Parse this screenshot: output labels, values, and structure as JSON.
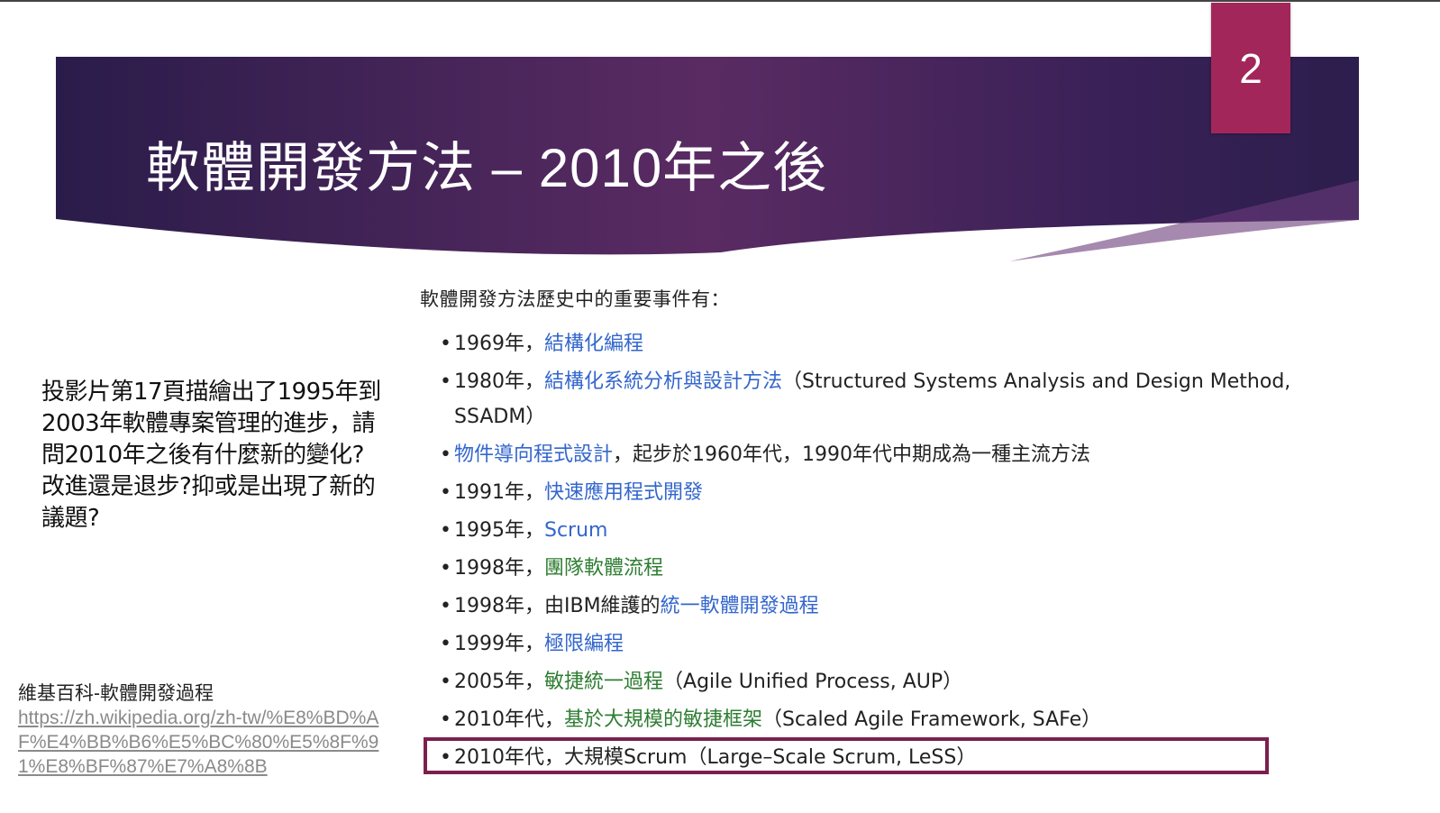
{
  "slide": {
    "page_number": "2",
    "title": "軟體開發方法 – 2010年之後",
    "colors": {
      "banner_dark": "#2b1d4d",
      "banner_purple": "#5c2a62",
      "page_badge": "#a3265a",
      "link_blue": "#3366cc",
      "link_green": "#2e7d32",
      "highlight": "#7a1f4e"
    }
  },
  "question": "投影片第17頁描繪出了1995年到2003年軟體專案管理的進步，請問2010年之後有什麼新的變化?改進還是退步?抑或是出現了新的議題?",
  "reference": {
    "label": "維基百科-軟體開發過程",
    "url": "https://zh.wikipedia.org/zh-tw/%E8%BD%AF%E4%BB%B6%E5%BC%80%E5%8F%91%E8%BF%87%E7%A8%8B"
  },
  "intro": "軟體開發方法歷史中的重要事件有：",
  "events": [
    {
      "prefix": "1969年，",
      "link": "結構化編程",
      "link_color": "blue",
      "suffix": ""
    },
    {
      "prefix": "1980年，",
      "link": "結構化系統分析與設計方法",
      "link_color": "blue",
      "suffix": "（Structured Systems Analysis and Design Method, SSADM）"
    },
    {
      "prefix": "",
      "link": "物件導向程式設計",
      "link_color": "blue",
      "suffix": "，起步於1960年代，1990年代中期成為一種主流方法"
    },
    {
      "prefix": "1991年，",
      "link": "快速應用程式開發",
      "link_color": "blue",
      "suffix": ""
    },
    {
      "prefix": "1995年，",
      "link": "Scrum",
      "link_color": "blue",
      "suffix": ""
    },
    {
      "prefix": "1998年，",
      "link": "團隊軟體流程",
      "link_color": "green",
      "suffix": ""
    },
    {
      "prefix": "1998年，由IBM維護的",
      "link": "統一軟體開發過程",
      "link_color": "blue",
      "suffix": ""
    },
    {
      "prefix": "1999年，",
      "link": "極限編程",
      "link_color": "blue",
      "suffix": ""
    },
    {
      "prefix": "2005年，",
      "link": "敏捷統一過程",
      "link_color": "green",
      "suffix": "（Agile Unified Process, AUP）"
    },
    {
      "prefix": "2010年代，",
      "link": "基於大規模的敏捷框架",
      "link_color": "green",
      "suffix": "（Scaled Agile Framework, SAFe）"
    },
    {
      "prefix": "2010年代，大規模Scrum（Large–Scale Scrum, LeSS）",
      "link": "",
      "link_color": "",
      "suffix": ""
    }
  ]
}
